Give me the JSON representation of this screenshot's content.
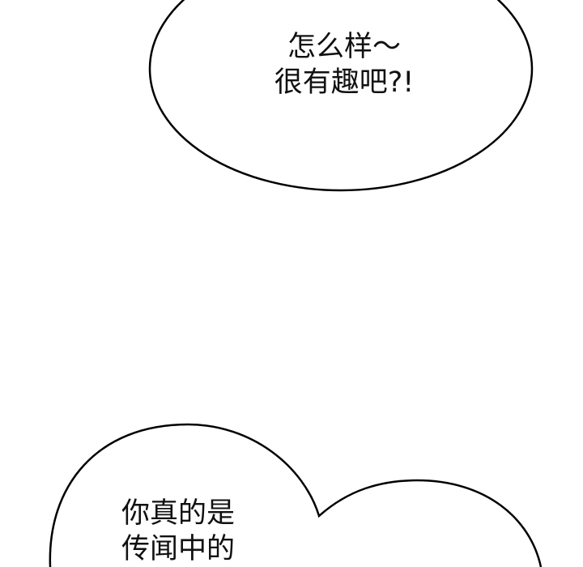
{
  "panel": {
    "background_color": "#ffffff",
    "stroke_color": "#000000",
    "text_color": "#111111"
  },
  "bubble_top": {
    "shape": "ellipse",
    "lines": [
      "怎么样～",
      "很有趣吧?!"
    ]
  },
  "bubble_bottom": {
    "shape": "double-lobe",
    "lines": [
      "你真的是",
      "传闻中的"
    ]
  }
}
